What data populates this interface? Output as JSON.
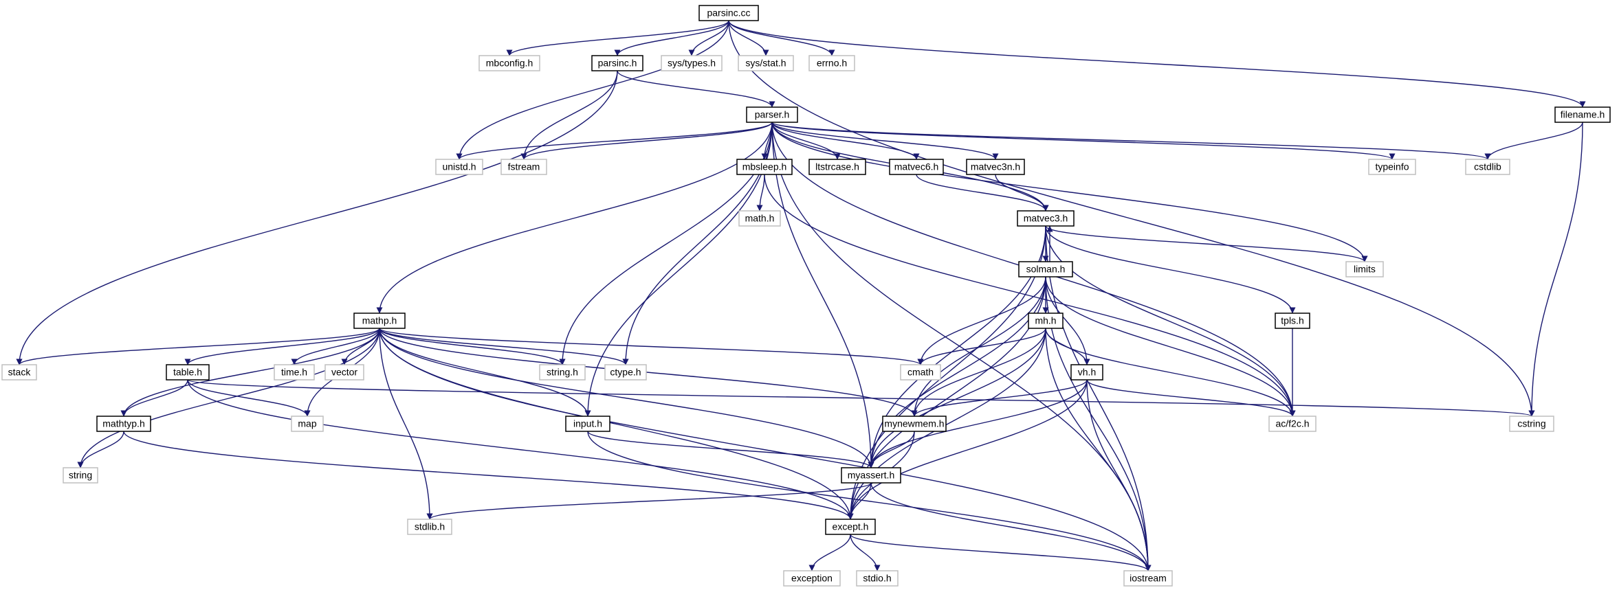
{
  "colors": {
    "edge": "#191970",
    "documented_border": "#000000",
    "external_border": "#bfbfbf",
    "root_fill": "#bfbfbf",
    "box_fill": "#ffffff"
  },
  "nodes": {
    "parsinc_cc": {
      "label": "parsinc.cc",
      "kind": "root"
    },
    "mbconfig_h": {
      "label": "mbconfig.h",
      "kind": "external"
    },
    "parsinc_h": {
      "label": "parsinc.h",
      "kind": "documented"
    },
    "sys_types_h": {
      "label": "sys/types.h",
      "kind": "external"
    },
    "sys_stat_h": {
      "label": "sys/stat.h",
      "kind": "external"
    },
    "errno_h": {
      "label": "errno.h",
      "kind": "external"
    },
    "filename_h": {
      "label": "filename.h",
      "kind": "documented"
    },
    "parser_h": {
      "label": "parser.h",
      "kind": "documented"
    },
    "unistd_h": {
      "label": "unistd.h",
      "kind": "external"
    },
    "fstream": {
      "label": "fstream",
      "kind": "external"
    },
    "mbsleep_h": {
      "label": "mbsleep.h",
      "kind": "documented"
    },
    "ltstrcase_h": {
      "label": "ltstrcase.h",
      "kind": "documented"
    },
    "matvec6_h": {
      "label": "matvec6.h",
      "kind": "documented"
    },
    "matvec3n_h": {
      "label": "matvec3n.h",
      "kind": "documented"
    },
    "typeinfo": {
      "label": "typeinfo",
      "kind": "external"
    },
    "cstdlib": {
      "label": "cstdlib",
      "kind": "external"
    },
    "math_h": {
      "label": "math.h",
      "kind": "external"
    },
    "matvec3_h": {
      "label": "matvec3.h",
      "kind": "documented"
    },
    "limits": {
      "label": "limits",
      "kind": "external"
    },
    "solman_h": {
      "label": "solman.h",
      "kind": "documented"
    },
    "mh_h": {
      "label": "mh.h",
      "kind": "documented"
    },
    "tpls_h": {
      "label": "tpls.h",
      "kind": "documented"
    },
    "mathp_h": {
      "label": "mathp.h",
      "kind": "documented"
    },
    "stack": {
      "label": "stack",
      "kind": "external"
    },
    "table_h": {
      "label": "table.h",
      "kind": "documented"
    },
    "time_h": {
      "label": "time.h",
      "kind": "external"
    },
    "vector": {
      "label": "vector",
      "kind": "external"
    },
    "string_h": {
      "label": "string.h",
      "kind": "external"
    },
    "ctype_h": {
      "label": "ctype.h",
      "kind": "external"
    },
    "cmath": {
      "label": "cmath",
      "kind": "external"
    },
    "vh_h": {
      "label": "vh.h",
      "kind": "documented"
    },
    "map": {
      "label": "map",
      "kind": "external"
    },
    "mathtyp_h": {
      "label": "mathtyp.h",
      "kind": "documented"
    },
    "input_h": {
      "label": "input.h",
      "kind": "documented"
    },
    "mynewmem_h": {
      "label": "mynewmem.h",
      "kind": "documented"
    },
    "ac_f2c_h": {
      "label": "ac/f2c.h",
      "kind": "external"
    },
    "cstring": {
      "label": "cstring",
      "kind": "external"
    },
    "string": {
      "label": "string",
      "kind": "external"
    },
    "myassert_h": {
      "label": "myassert.h",
      "kind": "documented"
    },
    "stdlib_h": {
      "label": "stdlib.h",
      "kind": "external"
    },
    "except_h": {
      "label": "except.h",
      "kind": "documented"
    },
    "exception": {
      "label": "exception",
      "kind": "external"
    },
    "stdio_h": {
      "label": "stdio.h",
      "kind": "external"
    },
    "iostream": {
      "label": "iostream",
      "kind": "external"
    }
  },
  "edges": [
    [
      "parsinc_cc",
      "mbconfig_h"
    ],
    [
      "parsinc_cc",
      "parsinc_h"
    ],
    [
      "parsinc_cc",
      "sys_types_h"
    ],
    [
      "parsinc_cc",
      "sys_stat_h"
    ],
    [
      "parsinc_cc",
      "errno_h"
    ],
    [
      "parsinc_cc",
      "filename_h"
    ],
    [
      "parsinc_cc",
      "unistd_h"
    ],
    [
      "parsinc_cc",
      "cstring"
    ],
    [
      "parsinc_h",
      "parser_h"
    ],
    [
      "parsinc_h",
      "fstream"
    ],
    [
      "parsinc_h",
      "stack"
    ],
    [
      "filename_h",
      "cstdlib"
    ],
    [
      "filename_h",
      "cstring"
    ],
    [
      "parser_h",
      "unistd_h"
    ],
    [
      "parser_h",
      "fstream"
    ],
    [
      "parser_h",
      "mbsleep_h"
    ],
    [
      "parser_h",
      "ltstrcase_h"
    ],
    [
      "parser_h",
      "matvec6_h"
    ],
    [
      "parser_h",
      "matvec3n_h"
    ],
    [
      "parser_h",
      "typeinfo"
    ],
    [
      "parser_h",
      "cstdlib"
    ],
    [
      "parser_h",
      "mathp_h"
    ],
    [
      "parser_h",
      "string_h"
    ],
    [
      "parser_h",
      "ctype_h"
    ],
    [
      "parser_h",
      "input_h"
    ],
    [
      "parser_h",
      "myassert_h"
    ],
    [
      "parser_h",
      "matvec3_h"
    ],
    [
      "parser_h",
      "limits"
    ],
    [
      "parser_h",
      "ac_f2c_h"
    ],
    [
      "parser_h",
      "iostream"
    ],
    [
      "mbsleep_h",
      "math_h"
    ],
    [
      "mbsleep_h",
      "ac_f2c_h"
    ],
    [
      "matvec6_h",
      "matvec3_h"
    ],
    [
      "matvec3n_h",
      "matvec3_h"
    ],
    [
      "matvec3_h",
      "solman_h"
    ],
    [
      "matvec3_h",
      "limits"
    ],
    [
      "matvec3_h",
      "tpls_h"
    ],
    [
      "matvec3_h",
      "ac_f2c_h"
    ],
    [
      "matvec3_h",
      "iostream"
    ],
    [
      "matvec3_h",
      "myassert_h"
    ],
    [
      "matvec3_h",
      "except_h"
    ],
    [
      "solman_h",
      "matvec3_h"
    ],
    [
      "solman_h",
      "mh_h"
    ],
    [
      "solman_h",
      "cmath"
    ],
    [
      "solman_h",
      "vh_h"
    ],
    [
      "solman_h",
      "mynewmem_h"
    ],
    [
      "solman_h",
      "myassert_h"
    ],
    [
      "solman_h",
      "except_h"
    ],
    [
      "solman_h",
      "ac_f2c_h"
    ],
    [
      "solman_h",
      "iostream"
    ],
    [
      "tpls_h",
      "ac_f2c_h"
    ],
    [
      "mh_h",
      "cmath"
    ],
    [
      "mh_h",
      "vh_h"
    ],
    [
      "mh_h",
      "mynewmem_h"
    ],
    [
      "mh_h",
      "myassert_h"
    ],
    [
      "mh_h",
      "except_h"
    ],
    [
      "mh_h",
      "ac_f2c_h"
    ],
    [
      "mh_h",
      "iostream"
    ],
    [
      "vh_h",
      "mynewmem_h"
    ],
    [
      "vh_h",
      "myassert_h"
    ],
    [
      "vh_h",
      "except_h"
    ],
    [
      "vh_h",
      "ac_f2c_h"
    ],
    [
      "vh_h",
      "iostream"
    ],
    [
      "mathp_h",
      "stack"
    ],
    [
      "mathp_h",
      "table_h"
    ],
    [
      "mathp_h",
      "time_h"
    ],
    [
      "mathp_h",
      "vector"
    ],
    [
      "mathp_h",
      "string_h"
    ],
    [
      "mathp_h",
      "ctype_h"
    ],
    [
      "mathp_h",
      "cmath"
    ],
    [
      "mathp_h",
      "map"
    ],
    [
      "mathp_h",
      "mathtyp_h"
    ],
    [
      "mathp_h",
      "string"
    ],
    [
      "mathp_h",
      "input_h"
    ],
    [
      "mathp_h",
      "mynewmem_h"
    ],
    [
      "mathp_h",
      "myassert_h"
    ],
    [
      "mathp_h",
      "except_h"
    ],
    [
      "mathp_h",
      "stdlib_h"
    ],
    [
      "mathp_h",
      "iostream"
    ],
    [
      "table_h",
      "mathtyp_h"
    ],
    [
      "table_h",
      "map"
    ],
    [
      "table_h",
      "cstring"
    ],
    [
      "table_h",
      "except_h"
    ],
    [
      "mathtyp_h",
      "string"
    ],
    [
      "mathtyp_h",
      "except_h"
    ],
    [
      "input_h",
      "myassert_h"
    ],
    [
      "input_h",
      "iostream"
    ],
    [
      "mynewmem_h",
      "myassert_h"
    ],
    [
      "mynewmem_h",
      "except_h"
    ],
    [
      "myassert_h",
      "except_h"
    ],
    [
      "myassert_h",
      "stdlib_h"
    ],
    [
      "myassert_h",
      "iostream"
    ],
    [
      "except_h",
      "exception"
    ],
    [
      "except_h",
      "stdio_h"
    ],
    [
      "except_h",
      "iostream"
    ]
  ]
}
